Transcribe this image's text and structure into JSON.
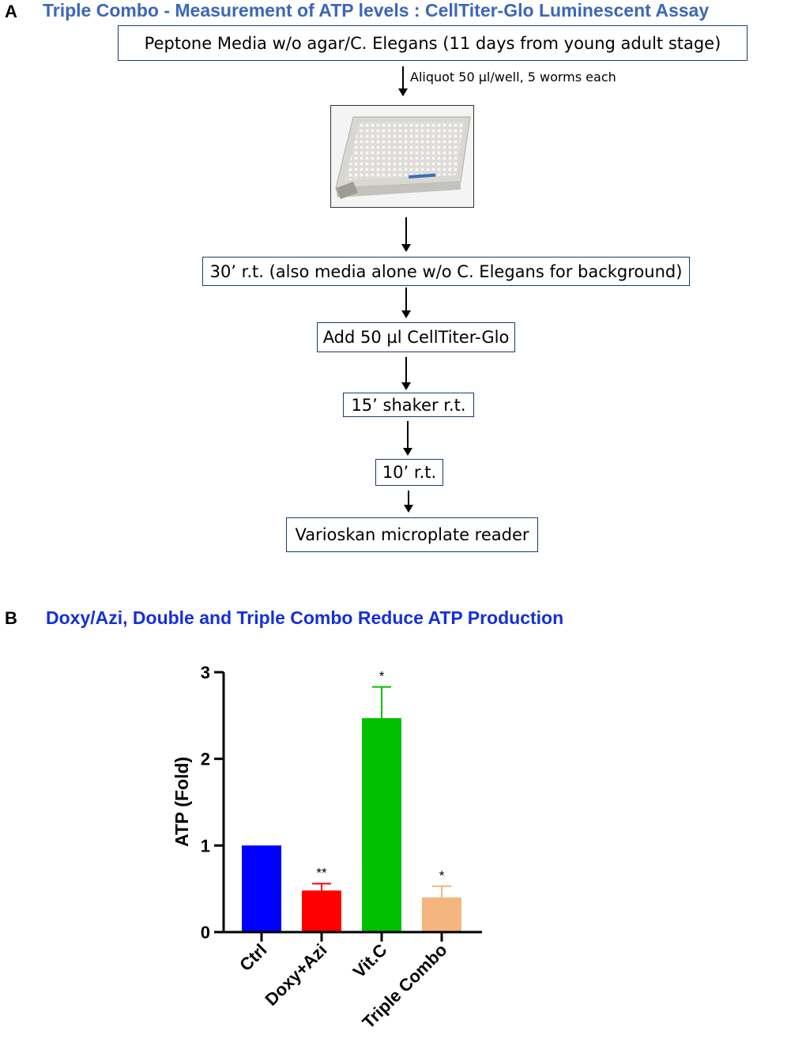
{
  "panel_a": {
    "letter": "A",
    "title": "Triple Combo - Measurement of ATP levels : CellTiter-Glo Luminescent Assay",
    "title_color": "#3a67b8",
    "steps": [
      "Peptone Media w/o agar/C. Elegans (11 days from young adult stage)",
      "30’ r.t. (also media alone w/o C. Elegans for background)",
      "Add 50 µl CellTiter-Glo",
      "15’ shaker r.t.",
      "10’ r.t.",
      "Varioskan microplate reader"
    ],
    "aliquot_label": "Aliquot 50 µl/well, 5 worms each",
    "plate_image": "microplate-image"
  },
  "panel_b": {
    "letter": "B",
    "title": "Doxy/Azi, Double and Triple Combo Reduce ATP Production",
    "title_color": "#1430d8"
  },
  "chart_data": {
    "type": "bar",
    "title": "Doxy/Azi, Double and Triple Combo Reduce ATP Production",
    "xlabel": "",
    "ylabel": "ATP (Fold)",
    "ylim": [
      0,
      3
    ],
    "yticks": [
      0,
      1,
      2,
      3
    ],
    "categories": [
      "Ctrl",
      "Doxy+Azi",
      "Vit.C",
      "Triple Combo"
    ],
    "values": [
      1.0,
      0.48,
      2.47,
      0.4
    ],
    "error": [
      0,
      0.08,
      0.36,
      0.13
    ],
    "significance": [
      "",
      "**",
      "*",
      "*"
    ],
    "colors": [
      "#0000ff",
      "#ff0000",
      "#00c000",
      "#f4b67e"
    ],
    "grid": false
  }
}
